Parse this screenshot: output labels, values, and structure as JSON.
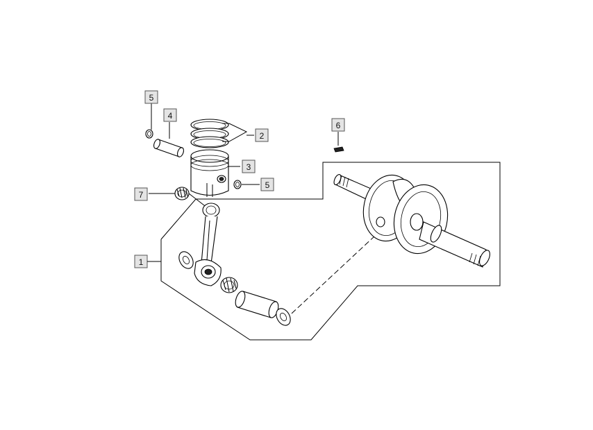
{
  "callouts": [
    {
      "id": "c1",
      "label": "1"
    },
    {
      "id": "c2",
      "label": "2"
    },
    {
      "id": "c3",
      "label": "3"
    },
    {
      "id": "c4",
      "label": "4"
    },
    {
      "id": "c5a",
      "label": "5"
    },
    {
      "id": "c5b",
      "label": "5"
    },
    {
      "id": "c6",
      "label": "6"
    },
    {
      "id": "c7",
      "label": "7"
    }
  ],
  "colors": {
    "callout_fill": "#e4e4e4",
    "callout_stroke": "#555555",
    "line": "#000000",
    "background": "#ffffff"
  }
}
